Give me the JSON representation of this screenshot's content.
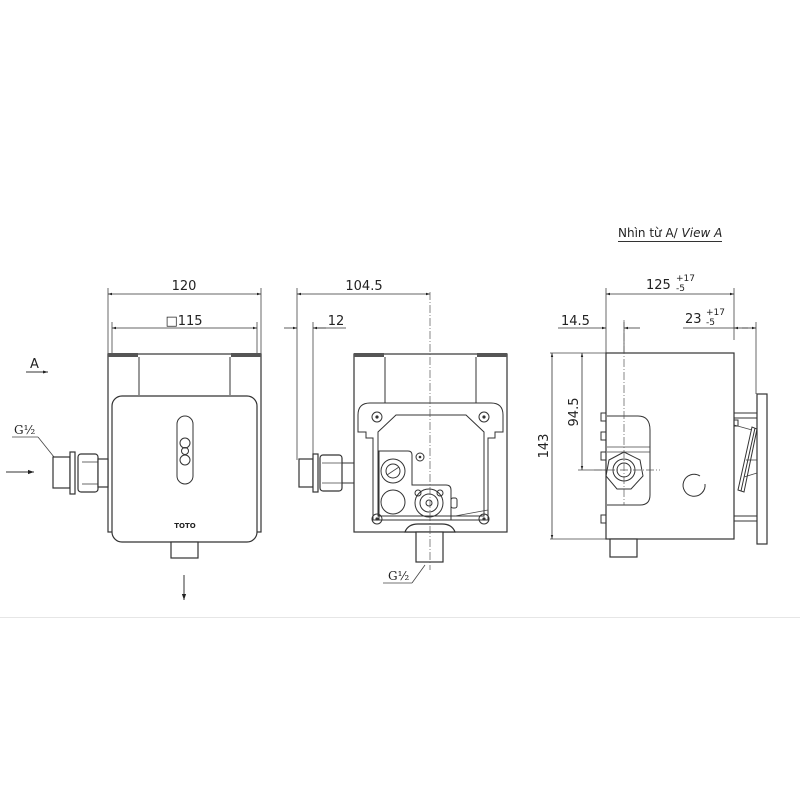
{
  "view_title": {
    "vi": "Nhìn từ A/",
    "en": "View A"
  },
  "front_view": {
    "dim_overall_width": "120",
    "dim_cover_square": "□115",
    "view_marker": "A",
    "inlet_thread": "G½",
    "brand_mark": "TOTO"
  },
  "rear_view": {
    "dim_depth": "104.5",
    "dim_inlet_offset": "12",
    "outlet_thread": "G½"
  },
  "side_view": {
    "dim_total_depth": "125",
    "dim_total_depth_tol_upper": "+17",
    "dim_total_depth_tol_lower": "-5",
    "dim_flange": "23",
    "dim_flange_tol_upper": "+17",
    "dim_flange_tol_lower": "-5",
    "dim_pipe_offset": "14.5",
    "dim_height": "143",
    "dim_inlet_height": "94.5"
  },
  "colors": {
    "line": "#333333",
    "background": "#ffffff"
  }
}
